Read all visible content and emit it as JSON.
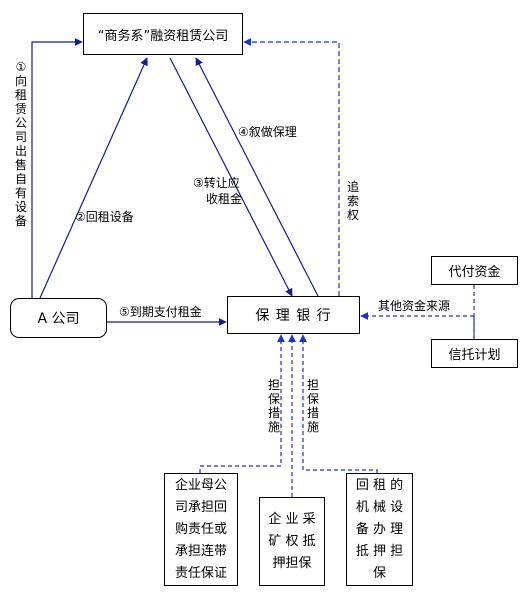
{
  "nodes": {
    "lessor": "“商务系”融资租赁公司",
    "company_a": "A 公司",
    "bank": "保 理 银 行",
    "agency_funds": "代付资金",
    "trust_plan": "信托计划",
    "guarantee_parent": "企业母公司承担回购责任或承担连带责任保证",
    "mining_rights": "企 业 采 矿 权 抵 押担保",
    "leaseback_equipment": "回 租 的 机 械 设 备 办 理 抵 押 担 保"
  },
  "edges": {
    "step1": "①向租赁公司出售自有设备",
    "step2": "②回租设备",
    "step3_line1": "③转让应",
    "step3_line2": "收租金",
    "step4": "④叙做保理",
    "step5": "⑤到期支付租金",
    "recourse": "追索权",
    "other_funding": "其他资金来源",
    "guarantee_measure_1": "担保措施",
    "guarantee_measure_2": "担保措施"
  },
  "colors": {
    "dark_blue": "#0f1f8c",
    "blue": "#1a33cc"
  }
}
